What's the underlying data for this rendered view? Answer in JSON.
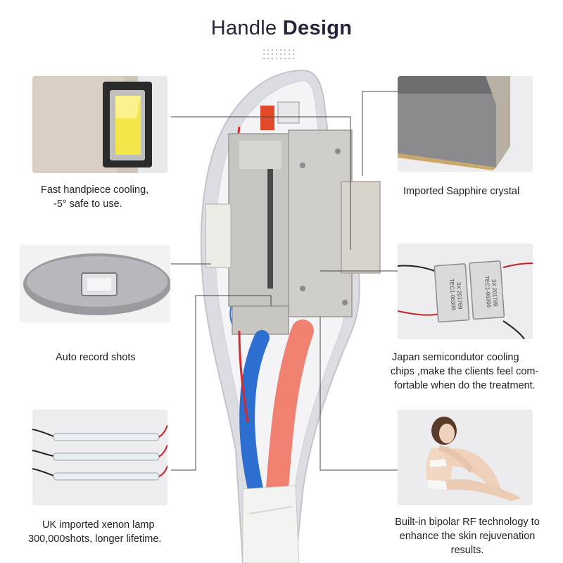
{
  "header": {
    "title_light": "Handle",
    "title_bold": "Design"
  },
  "features": {
    "cooling": {
      "line1": "Fast handpiece cooling,",
      "line2": "-5° safe to use."
    },
    "shots": {
      "line1": "Auto record shots"
    },
    "lamp": {
      "line1": "UK imported xenon lamp",
      "line2": "300,000shots, longer lifetime."
    },
    "sapphire": {
      "line1": "Imported Sapphire crystal"
    },
    "chips": {
      "line1": "Japan semicondutor cooling",
      "line2": "chips ,make the clients feel com-",
      "line3": "fortable when do the treatment."
    },
    "rf": {
      "line1": "Built-in bipolar RF technology to",
      "line2": "enhance the skin rejuvenation",
      "line3": "results."
    }
  },
  "chip_labels": {
    "code": "TEC1-06306",
    "mark": "3X 201769"
  },
  "colors": {
    "title": "#23263a",
    "card_bg": "#ececee",
    "leader_line": "#444444",
    "tube_blue": "#2d6fd1",
    "tube_red": "#f08070"
  }
}
